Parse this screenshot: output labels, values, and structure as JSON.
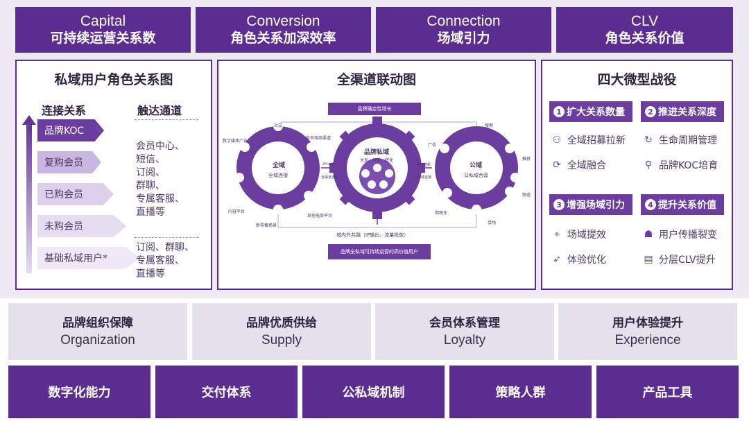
{
  "header": [
    {
      "en": "Capital",
      "cn": "可持续运营关系数"
    },
    {
      "en": "Conversion",
      "cn": "角色关系加深效率"
    },
    {
      "en": "Connection",
      "cn": "场域引力"
    },
    {
      "en": "CLV",
      "cn": "角色关系价值"
    }
  ],
  "left_panel": {
    "title": "私域用户角色关系图",
    "col_relation": "连接关系",
    "col_channel": "触达通道",
    "levels": [
      "品牌KOC",
      "复购会员",
      "已购会员",
      "未购会员",
      "基础私域用户*"
    ],
    "channels_top": [
      "会员中心、",
      "短信、",
      "订阅、",
      "群聊、",
      "专属客服、",
      "直播等"
    ],
    "channels_bottom": [
      "订阅、群聊、",
      "专属客服、",
      "直播等"
    ]
  },
  "middle_panel": {
    "title": "全渠道联动图",
    "top_box": "品牌确定性增长",
    "bottom_box": "品牌全私域可持续运营的高价值用户",
    "bottom_note": "域内外共融（IP输出、流量投放）",
    "center_title": "品牌私域",
    "center_sub": "关系、场景、转化",
    "left_gear_title": "全域",
    "left_gear_sub": "全域连接",
    "right_gear_title": "公域",
    "right_gear_sub": "公私域合营",
    "left_labels": [
      "社交",
      "自有电商渠道",
      "数字媒体广告",
      "内容平台",
      "其他电商平台",
      "新零售场景"
    ],
    "right_labels": [
      "搜索",
      "广告",
      "推荐",
      "频道",
      "购物车",
      "会场"
    ],
    "link_left": [
      "2H+48",
      "全渠道连接"
    ],
    "link_right": [
      "渠道拓新",
      "公私域连接"
    ]
  },
  "right_panel": {
    "title": "四大微型战役",
    "groups": [
      {
        "num": "1",
        "label": "扩大关系数量",
        "items": [
          {
            "icon": "people-search-icon",
            "text": "全域招募拉新"
          },
          {
            "icon": "merge-icon",
            "text": "全域融合"
          }
        ]
      },
      {
        "num": "2",
        "label": "推进关系深度",
        "items": [
          {
            "icon": "cycle-icon",
            "text": "生命周期管理"
          },
          {
            "icon": "person-icon",
            "text": "品牌KOC培育"
          }
        ]
      },
      {
        "num": "3",
        "label": "增强场域引力",
        "items": [
          {
            "icon": "location-icon",
            "text": "场域提效"
          },
          {
            "icon": "rocket-icon",
            "text": "体验优化"
          }
        ]
      },
      {
        "num": "4",
        "label": "提升关系价值",
        "items": [
          {
            "icon": "hierarchy-icon",
            "text": "用户传播裂变"
          },
          {
            "icon": "chart-doc-icon",
            "text": "分层CLV提升"
          }
        ]
      }
    ]
  },
  "support_row": [
    {
      "cn": "品牌组织保障",
      "en": "Organization"
    },
    {
      "cn": "品牌优质供给",
      "en": "Supply"
    },
    {
      "cn": "会员体系管理",
      "en": "Loyalty"
    },
    {
      "cn": "用户体验提升",
      "en": "Experience"
    }
  ],
  "bottom_row": [
    "数字化能力",
    "交付体系",
    "公私域机制",
    "策略人群",
    "产品工具"
  ],
  "colors": {
    "primary": "#5b2d91",
    "accent": "#6a3d9f",
    "light": "#dcd0ec",
    "band": "#ede9f3",
    "support": "#e4e1ec"
  }
}
